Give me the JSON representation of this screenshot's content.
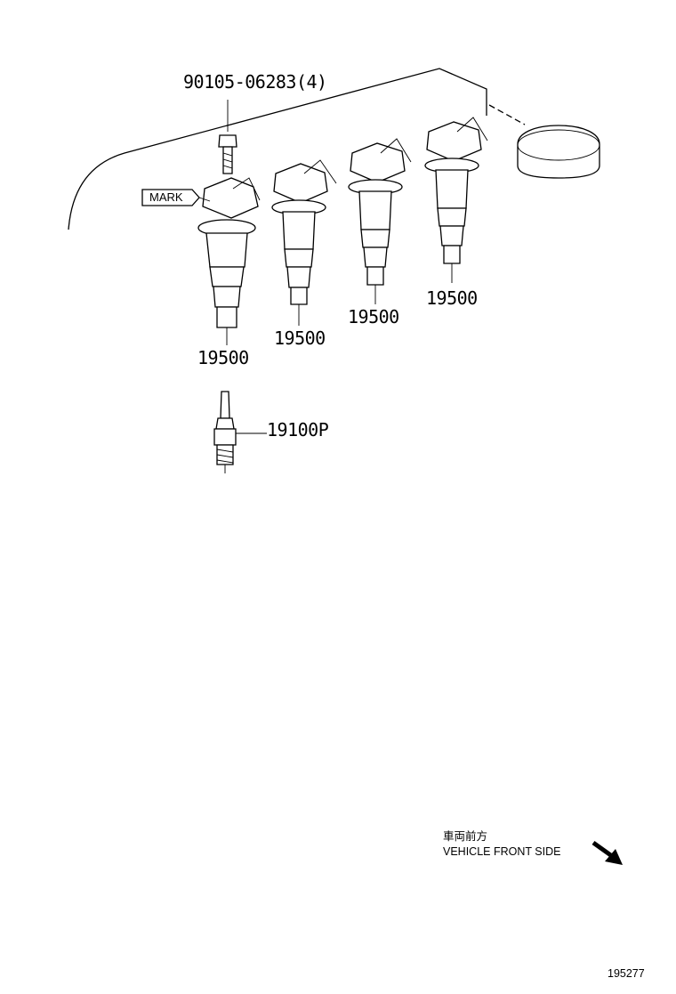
{
  "labels": {
    "bolt_part": "90105-06283(4)",
    "mark": "MARK",
    "coil_1": "19500",
    "coil_2": "19500",
    "coil_3": "19500",
    "coil_4": "19500",
    "spark_plug": "19100P"
  },
  "orientation": {
    "japanese": "車両前方",
    "english": "VEHICLE FRONT SIDE",
    "arrow_icon": "arrow-down-right-icon"
  },
  "figure_number": "195277"
}
